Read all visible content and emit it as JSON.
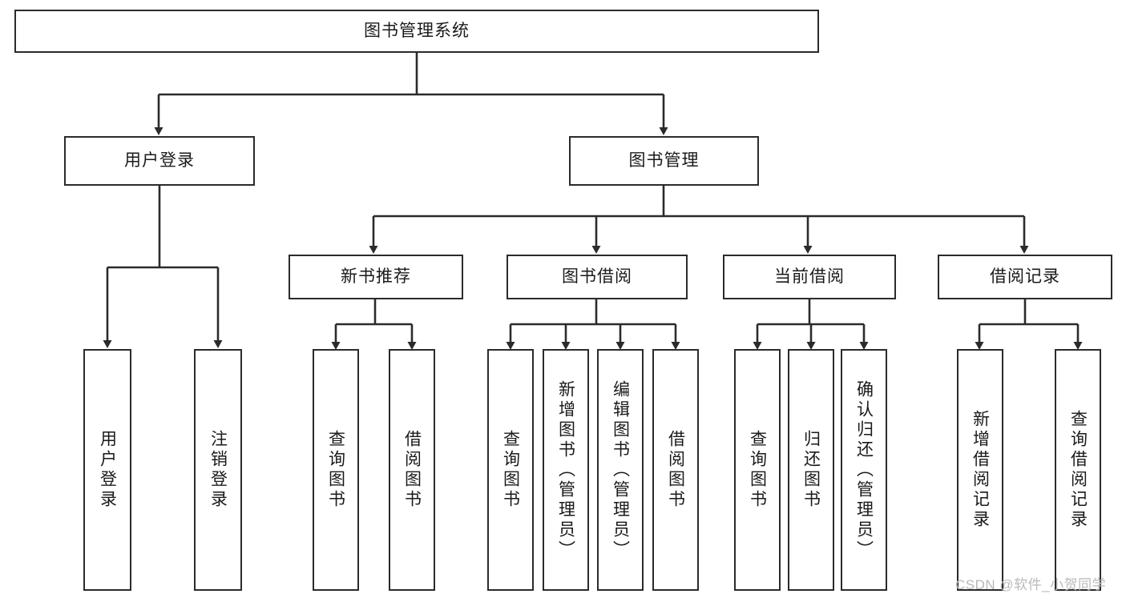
{
  "diagram": {
    "title": "图书管理系统",
    "type": "tree-hierarchy-chart",
    "stroke_color": "#2b2b2b",
    "fill_color": "#ffffff",
    "text_color": "#1a1a1a"
  },
  "nodes": {
    "root": {
      "label": "图书管理系统"
    },
    "level2": [
      {
        "label": "用户登录"
      },
      {
        "label": "图书管理"
      }
    ],
    "level3": [
      {
        "label": "新书推荐"
      },
      {
        "label": "图书借阅"
      },
      {
        "label": "当前借阅"
      },
      {
        "label": "借阅记录"
      }
    ],
    "leaves_login": [
      {
        "label": "用户登录"
      },
      {
        "label": "注销登录"
      }
    ],
    "leaves_newbook": [
      {
        "label": "查询图书"
      },
      {
        "label": "借阅图书"
      }
    ],
    "leaves_borrow": [
      {
        "label": "查询图书"
      },
      {
        "label": "新增图书（管理员）"
      },
      {
        "label": "编辑图书（管理员）"
      },
      {
        "label": "借阅图书"
      }
    ],
    "leaves_current": [
      {
        "label": "查询图书"
      },
      {
        "label": "归还图书"
      },
      {
        "label": "确认归还（管理员）"
      }
    ],
    "leaves_record": [
      {
        "label": "新增借阅记录"
      },
      {
        "label": "查询借阅记录"
      }
    ]
  },
  "watermark": {
    "text": "CSDN @软件_小贺同学"
  }
}
